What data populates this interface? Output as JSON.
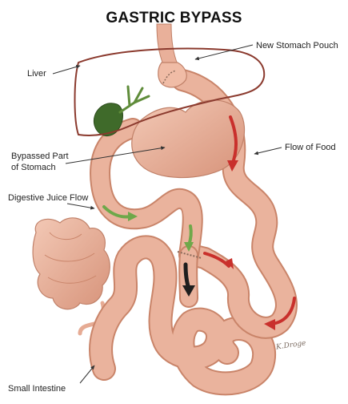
{
  "title": "GASTRIC BYPASS",
  "labels": {
    "new_stomach_pouch": "New Stomach Pouch",
    "liver": "Liver",
    "flow_of_food": "Flow of Food",
    "bypassed_part_line1": "Bypassed Part",
    "bypassed_part_line2": "of Stomach",
    "digestive_juice_flow": "Digestive Juice Flow",
    "small_intestine": "Small Intestine"
  },
  "signature": "K.Droge",
  "colors": {
    "liver_outline": "#8b3a2e",
    "tissue": "#eab39d",
    "tissue_dark": "#c98469",
    "gallbladder": "#3f6a2a",
    "food_arrow": "#c9302c",
    "juice_arrow": "#6fa84a",
    "mixed_arrow": "#1e1e1e"
  }
}
